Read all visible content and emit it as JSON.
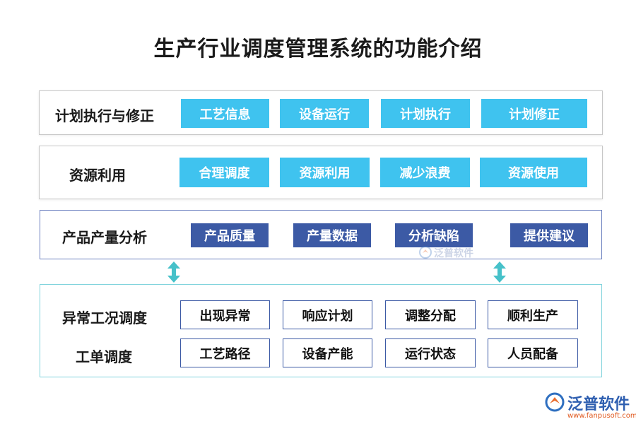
{
  "title": "生产行业调度管理系统的功能介绍",
  "row1": {
    "label": "计划执行与修正",
    "items": [
      "工艺信息",
      "设备运行",
      "计划执行",
      "计划修正"
    ]
  },
  "row2": {
    "label": "资源利用",
    "items": [
      "合理调度",
      "资源利用",
      "减少浪费",
      "资源使用"
    ]
  },
  "row3": {
    "label": "产品产量分析",
    "items": [
      "产品质量",
      "产量数据",
      "分析缺陷",
      "提供建议"
    ]
  },
  "row4": {
    "label": "异常工况调度",
    "items": [
      "出现异常",
      "响应计划",
      "调整分配",
      "顺利生产"
    ]
  },
  "row5": {
    "label": "工单调度",
    "items": [
      "工艺路径",
      "设备产能",
      "运行状态",
      "人员配备"
    ]
  },
  "watermark": {
    "text": "泛普软件"
  },
  "logo": {
    "name": "泛普软件",
    "url": "www.fanpusoft.com"
  },
  "icons": {
    "arrow": "up-down-arrow-icon",
    "logo": "fanpu-logo-icon"
  },
  "colors": {
    "cyan": "#3fc3ef",
    "navy": "#3c5aa5",
    "teal": "#7fd3dc",
    "gray": "#c7c7c7"
  }
}
